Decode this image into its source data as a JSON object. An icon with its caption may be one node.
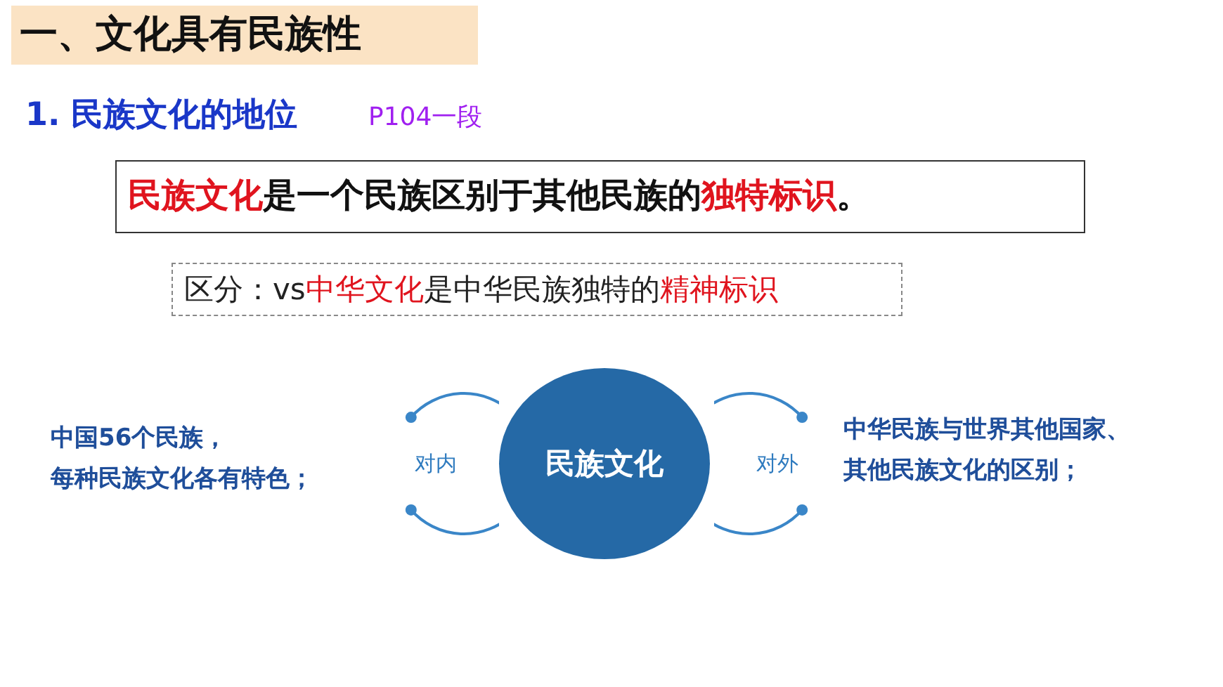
{
  "diagram": {
    "title": "一、文化具有民族性",
    "nodes": [
      {
        "text": [
          "民族文化是一个民族区别于其他民族的独特标识。"
        ]
      },
      {
        "text": [
          "区分：vs中华文化是中华民族独特的精神标识"
        ]
      },
      {
        "text": [
          "对内"
        ]
      },
      {
        "text": [
          "民族文化"
        ]
      },
      {
        "text": [
          "对外"
        ]
      }
    ],
    "labels": [
      "1. 民族文化的地位",
      "P104一段",
      "中国56个民族，每种民族文化各有特色；",
      "中华民族与世界其他国家、其他民族文化的区别；"
    ]
  }
}
